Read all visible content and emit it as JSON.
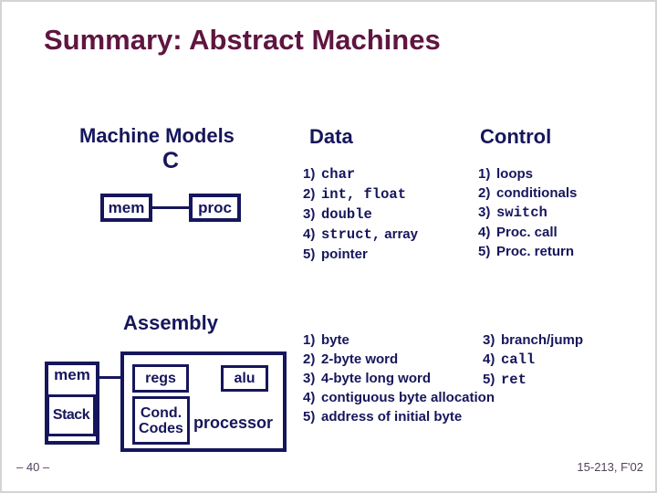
{
  "slide": {
    "title": "Summary: Abstract Machines",
    "footer_left": "– 40 –",
    "footer_right": "15-213, F'02"
  },
  "headings": {
    "machine_models": "Machine Models",
    "data": "Data",
    "control": "Control",
    "c": "C",
    "assembly": "Assembly"
  },
  "c_diagram": {
    "mem": "mem",
    "proc": "proc"
  },
  "assembly_diagram": {
    "mem": "mem",
    "stack": "Stack",
    "regs": "regs",
    "alu": "alu",
    "cond_codes_line1": "Cond.",
    "cond_codes_line2": "Codes",
    "processor": "processor"
  },
  "colors": {
    "navy": "#16165c",
    "maroon": "#601540",
    "footer": "#51425b"
  },
  "lists": {
    "c_data": [
      {
        "num": "1)",
        "parts": [
          {
            "t": "char",
            "mono": true
          }
        ]
      },
      {
        "num": "2)",
        "parts": [
          {
            "t": "int, float",
            "mono": true
          }
        ]
      },
      {
        "num": "3)",
        "parts": [
          {
            "t": "double",
            "mono": true
          }
        ]
      },
      {
        "num": "4)",
        "parts": [
          {
            "t": "struct,",
            "mono": true
          },
          {
            "t": " array",
            "mono": false
          }
        ]
      },
      {
        "num": "5)",
        "parts": [
          {
            "t": "pointer",
            "mono": false
          }
        ]
      }
    ],
    "c_control": [
      {
        "num": "1)",
        "parts": [
          {
            "t": "loops",
            "mono": false
          }
        ]
      },
      {
        "num": "2)",
        "parts": [
          {
            "t": "conditionals",
            "mono": false
          }
        ]
      },
      {
        "num": "3)",
        "parts": [
          {
            "t": "switch",
            "mono": true
          }
        ]
      },
      {
        "num": "4)",
        "parts": [
          {
            "t": "Proc. call",
            "mono": false
          }
        ]
      },
      {
        "num": "5)",
        "parts": [
          {
            "t": "Proc. return",
            "mono": false
          }
        ]
      }
    ],
    "asm_data": [
      {
        "num": "1)",
        "parts": [
          {
            "t": "byte",
            "mono": false
          }
        ]
      },
      {
        "num": "2)",
        "parts": [
          {
            "t": "2-byte word",
            "mono": false
          }
        ]
      },
      {
        "num": "3)",
        "parts": [
          {
            "t": "4-byte long word",
            "mono": false
          }
        ]
      },
      {
        "num": "4)",
        "parts": [
          {
            "t": "contiguous byte allocation",
            "mono": false
          }
        ]
      },
      {
        "num": "5)",
        "parts": [
          {
            "t": "address of initial byte",
            "mono": false
          }
        ]
      }
    ],
    "asm_control": [
      {
        "num": "3)",
        "parts": [
          {
            "t": "branch/jump",
            "mono": false
          }
        ]
      },
      {
        "num": "4)",
        "parts": [
          {
            "t": "call",
            "mono": true
          }
        ]
      },
      {
        "num": "5)",
        "parts": [
          {
            "t": "ret",
            "mono": true
          }
        ]
      }
    ]
  }
}
